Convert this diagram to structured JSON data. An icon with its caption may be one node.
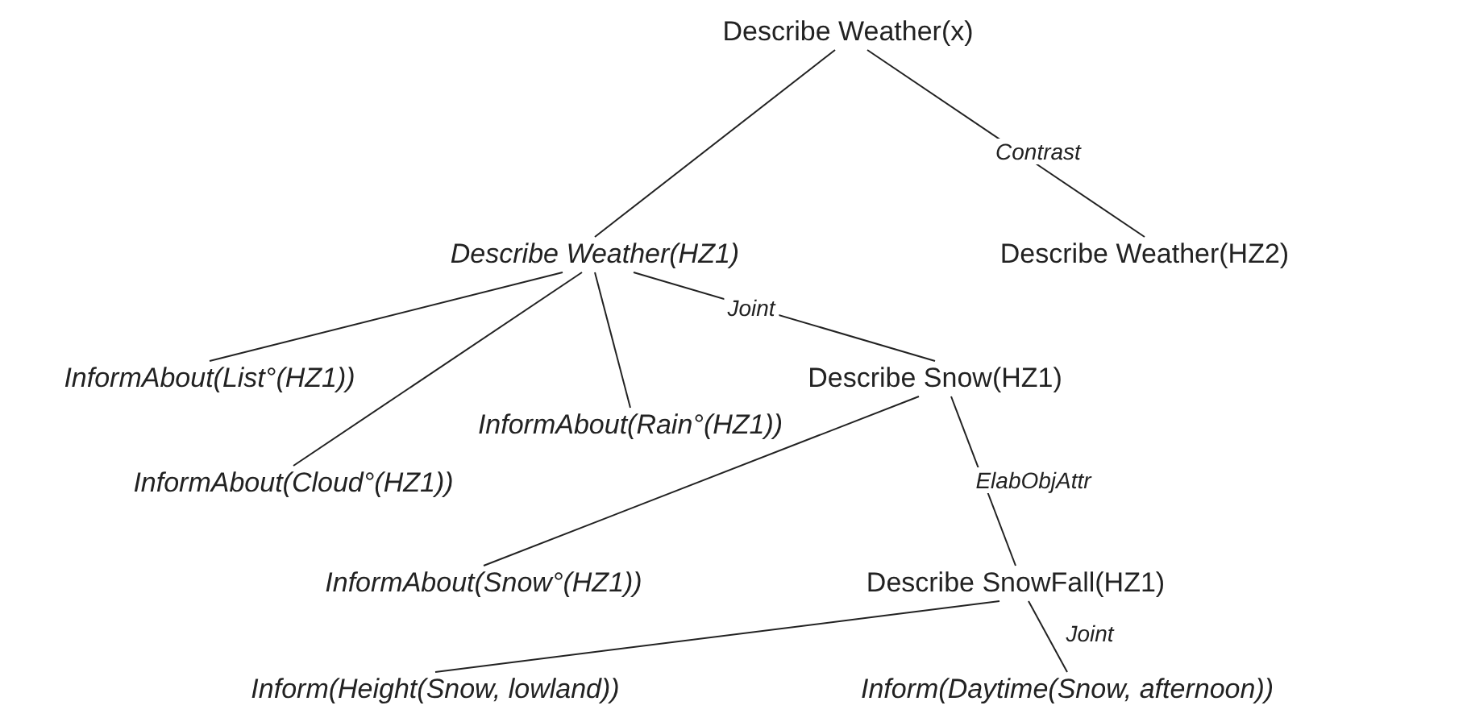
{
  "diagram": {
    "nodes": [
      {
        "text": [
          "Describe Weather(x)"
        ]
      },
      {
        "text": [
          "Describe Weather(HZ1)"
        ]
      },
      {
        "text": [
          "Describe Weather(HZ2)"
        ]
      },
      {
        "text": [
          "InformAbout(List°(HZ1))"
        ]
      },
      {
        "text": [
          "Describe Snow(HZ1)"
        ]
      },
      {
        "text": [
          "InformAbout(Rain°(HZ1))"
        ]
      },
      {
        "text": [
          "InformAbout(Cloud°(HZ1))"
        ]
      },
      {
        "text": [
          "InformAbout(Snow°(HZ1))"
        ]
      },
      {
        "text": [
          "Describe SnowFall(HZ1)"
        ]
      },
      {
        "text": [
          "Inform(Height(Snow, lowland))"
        ]
      },
      {
        "text": [
          "Inform(Daytime(Snow, afternoon))"
        ]
      }
    ],
    "edges": [
      {
        "from": 0,
        "to": 1,
        "arrow": "none"
      },
      {
        "from": 0,
        "to": 2,
        "arrow": "none",
        "label": "Contrast"
      },
      {
        "from": 1,
        "to": 3,
        "arrow": "none"
      },
      {
        "from": 1,
        "to": 6,
        "arrow": "none"
      },
      {
        "from": 1,
        "to": 5,
        "arrow": "none"
      },
      {
        "from": 1,
        "to": 4,
        "arrow": "none",
        "label": "Joint"
      },
      {
        "from": 4,
        "to": 7,
        "arrow": "none"
      },
      {
        "from": 4,
        "to": 8,
        "arrow": "none",
        "label": "ElabObjAttr"
      },
      {
        "from": 8,
        "to": 9,
        "arrow": "none"
      },
      {
        "from": 8,
        "to": 10,
        "arrow": "none",
        "label": "Joint"
      }
    ]
  }
}
